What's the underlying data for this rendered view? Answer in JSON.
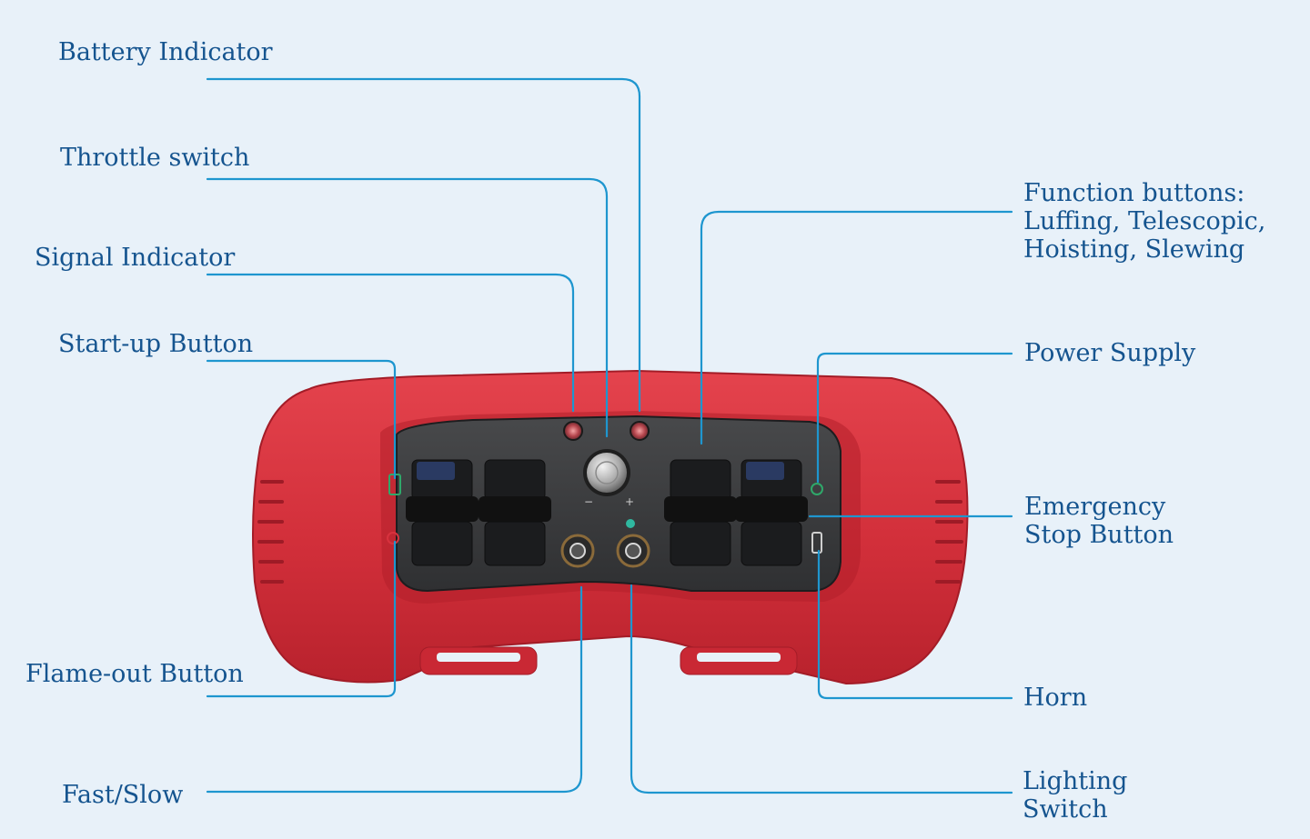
{
  "labels": {
    "battery_indicator": "Battery Indicator",
    "throttle_switch": "Throttle switch",
    "signal_indicator": "Signal Indicator",
    "startup_button": "Start-up Button",
    "flameout_button": "Flame-out Button",
    "fast_slow": "Fast/Slow",
    "function_buttons": [
      "Function buttons:",
      "Luffing, Telescopic,",
      "Hoisting, Slewing"
    ],
    "power_supply": "Power Supply",
    "emergency_stop": [
      "Emergency",
      "Stop Button"
    ],
    "horn": "Horn",
    "lighting_switch": [
      "Lighting",
      "Switch"
    ]
  },
  "knob_marks": {
    "minus": "−",
    "plus": "+"
  },
  "colors": {
    "background": "#e8f1f9",
    "label_text": "#15548f",
    "leader_line": "#1e96cf",
    "housing_red": "#d8323e",
    "panel_dark": "#3a3b3d"
  }
}
